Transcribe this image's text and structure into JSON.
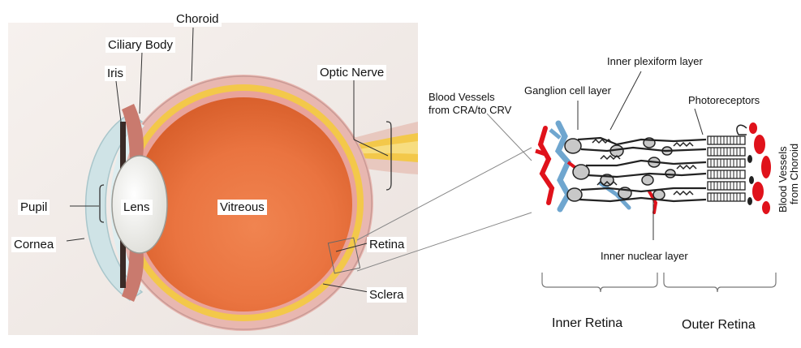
{
  "eye_labels": {
    "choroid": "Choroid",
    "ciliary_body": "Ciliary Body",
    "iris": "Iris",
    "optic_nerve": "Optic Nerve",
    "pupil": "Pupil",
    "lens": "Lens",
    "vitreous": "Vitreous",
    "cornea": "Cornea",
    "retina": "Retina",
    "sclera": "Sclera"
  },
  "retina_labels": {
    "inner_plexiform": "Inner plexiform layer",
    "ganglion": "Ganglion cell layer",
    "photoreceptors": "Photoreceptors",
    "blood_vessels_cra_line1": "Blood Vessels",
    "blood_vessels_cra_line2": "from CRA/to CRV",
    "blood_vessels_choroid_line1": "Blood Vessels",
    "blood_vessels_choroid_line2": "from Choroid",
    "inner_nuclear": "Inner nuclear layer",
    "inner_retina": "Inner Retina",
    "outer_retina": "Outer Retina"
  },
  "colors": {
    "vitreous": "#e9703a",
    "choroid_yellow": "#f3c84a",
    "sclera_pink": "#e8b7b0",
    "cornea_blue": "#cfe3e6",
    "vessel_red": "#e0121b",
    "vessel_blue": "#6fa6cf"
  }
}
